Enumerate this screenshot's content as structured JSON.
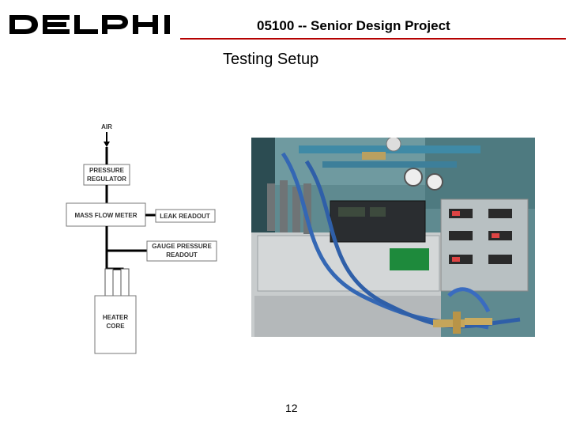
{
  "header": {
    "logo_text": "DELPHI",
    "title": "05100 -- Senior Design Project",
    "accent_color": "#b50000"
  },
  "slide": {
    "title": "Testing Setup",
    "page_number": "12"
  },
  "diagram": {
    "input_label": "AIR",
    "pressure_regulator": [
      "PRESSURE",
      "REGULATOR"
    ],
    "mass_flow_meter": "MASS FLOW METER",
    "leak_readout": "LEAK READOUT",
    "gauge_pressure_readout": [
      "GAUGE PRESSURE",
      "READOUT"
    ],
    "heater_core": [
      "HEATER",
      "CORE"
    ]
  }
}
